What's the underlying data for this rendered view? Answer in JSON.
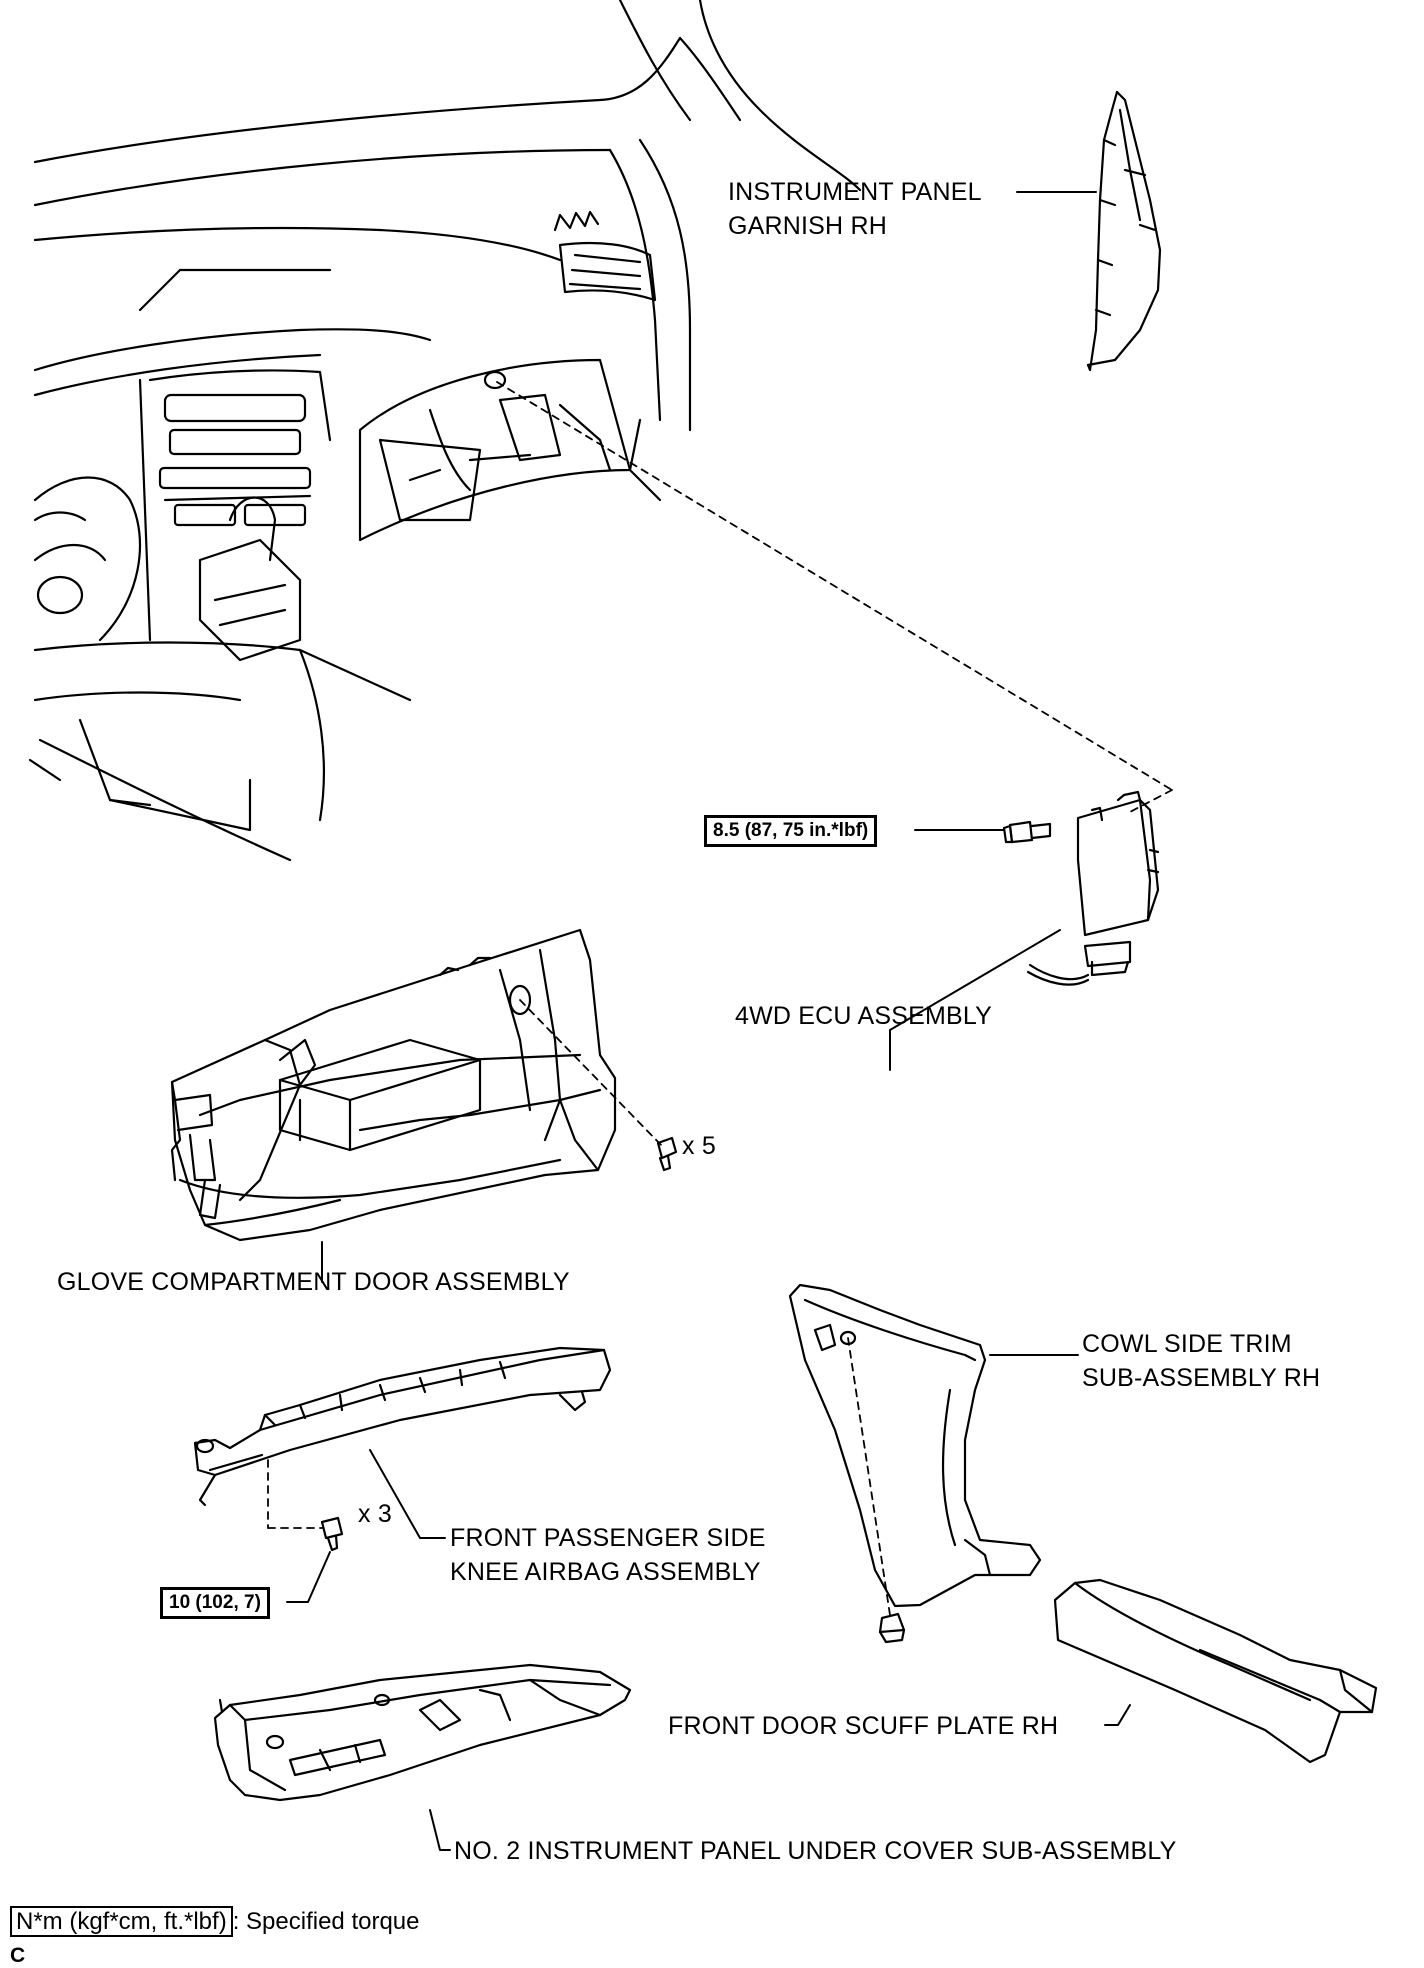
{
  "labels": {
    "garnish": [
      "INSTRUMENT PANEL",
      "GARNISH RH"
    ],
    "ecu": "4WD ECU ASSEMBLY",
    "glove": "GLOVE COMPARTMENT DOOR ASSEMBLY",
    "cowl": [
      "COWL SIDE TRIM",
      "SUB-ASSEMBLY RH"
    ],
    "knee": [
      "FRONT PASSENGER SIDE",
      "KNEE AIRBAG ASSEMBLY"
    ],
    "scuff": "FRONT DOOR SCUFF PLATE RH",
    "under_cover": "NO. 2 INSTRUMENT PANEL UNDER COVER SUB-ASSEMBLY"
  },
  "torque": {
    "ecu_bolt": "8.5 (87, 75 in.*lbf)",
    "knee_bolt": "10 (102, 7)"
  },
  "quantities": {
    "glove_clips": "x 5",
    "knee_bolts": "x 3"
  },
  "legend": {
    "unit": "N*m (kgf*cm, ft.*lbf)",
    "text": ": Specified torque"
  },
  "code": "C"
}
